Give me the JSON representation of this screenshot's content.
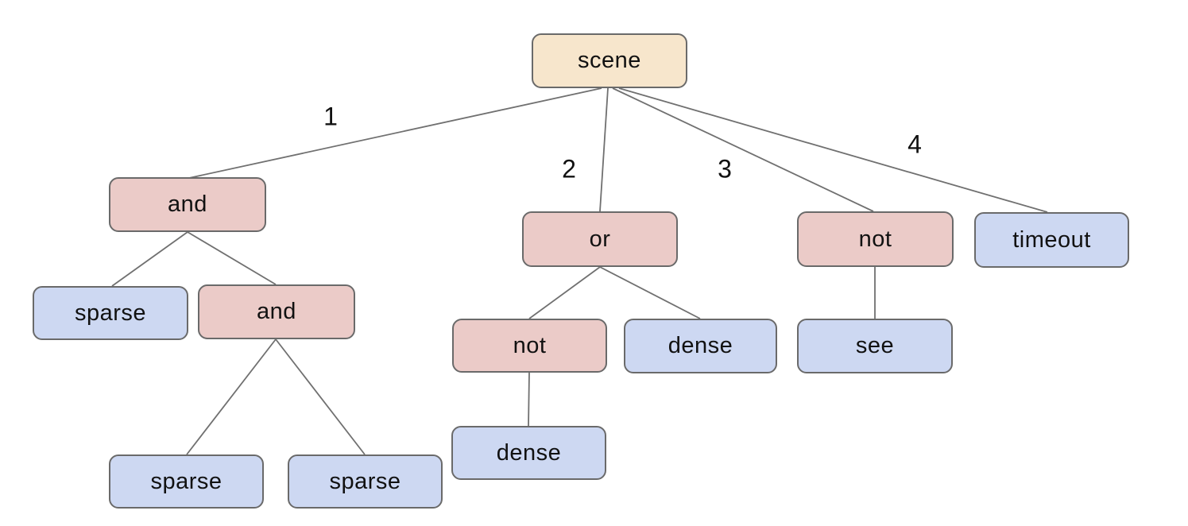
{
  "palette": {
    "background": "#ffffff",
    "root_fill": "#f7e6cc",
    "operator_fill": "#ebcbc8",
    "leaf_fill": "#cdd8f2",
    "node_border": "#6a6a6a",
    "edge_line": "#707070",
    "text": "#111111"
  },
  "nodes": [
    {
      "id": "scene",
      "label": "scene",
      "kind": "root"
    },
    {
      "id": "and-1",
      "label": "and",
      "kind": "operator"
    },
    {
      "id": "or-1",
      "label": "or",
      "kind": "operator"
    },
    {
      "id": "not-1",
      "label": "not",
      "kind": "operator"
    },
    {
      "id": "timeout-1",
      "label": "timeout",
      "kind": "leaf"
    },
    {
      "id": "sparse-1",
      "label": "sparse",
      "kind": "leaf"
    },
    {
      "id": "and-2",
      "label": "and",
      "kind": "operator"
    },
    {
      "id": "not-2",
      "label": "not",
      "kind": "operator"
    },
    {
      "id": "dense-1",
      "label": "dense",
      "kind": "leaf"
    },
    {
      "id": "see-1",
      "label": "see",
      "kind": "leaf"
    },
    {
      "id": "sparse-2",
      "label": "sparse",
      "kind": "leaf"
    },
    {
      "id": "sparse-3",
      "label": "sparse",
      "kind": "leaf"
    },
    {
      "id": "dense-2",
      "label": "dense",
      "kind": "leaf"
    }
  ],
  "edges": [
    {
      "from": "scene",
      "to": "and-1",
      "label": "1"
    },
    {
      "from": "scene",
      "to": "or-1",
      "label": "2"
    },
    {
      "from": "scene",
      "to": "not-1",
      "label": "3"
    },
    {
      "from": "scene",
      "to": "timeout-1",
      "label": "4"
    },
    {
      "from": "and-1",
      "to": "sparse-1",
      "label": ""
    },
    {
      "from": "and-1",
      "to": "and-2",
      "label": ""
    },
    {
      "from": "and-2",
      "to": "sparse-2",
      "label": ""
    },
    {
      "from": "and-2",
      "to": "sparse-3",
      "label": ""
    },
    {
      "from": "or-1",
      "to": "not-2",
      "label": ""
    },
    {
      "from": "or-1",
      "to": "dense-1",
      "label": ""
    },
    {
      "from": "not-2",
      "to": "dense-2",
      "label": ""
    },
    {
      "from": "not-1",
      "to": "see-1",
      "label": ""
    }
  ]
}
